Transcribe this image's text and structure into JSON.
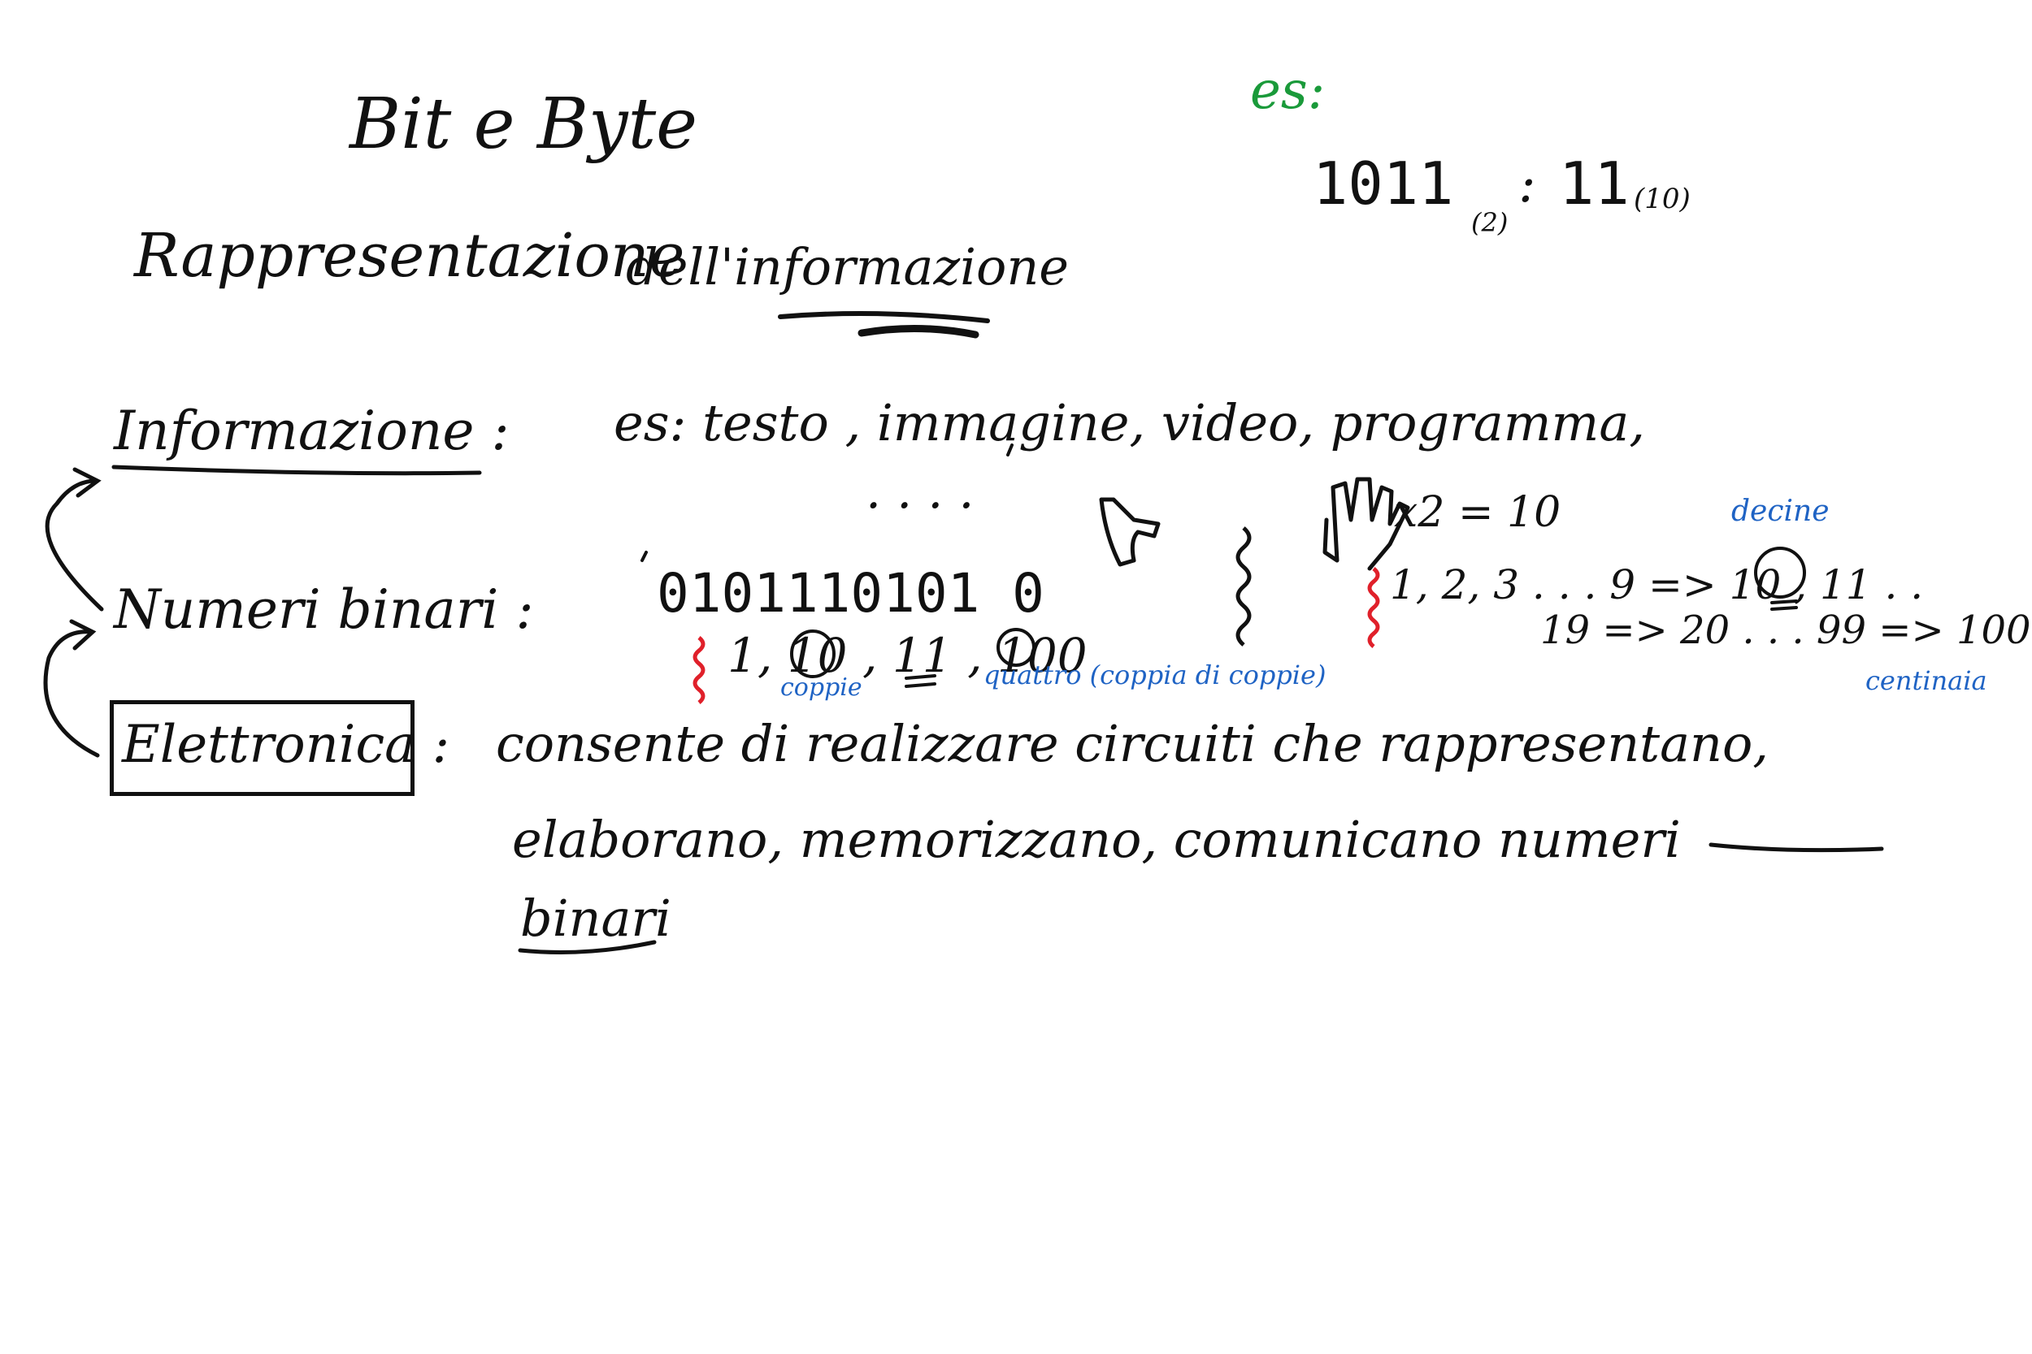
{
  "colors": {
    "ink": "#111111",
    "green": "#1a9a3a",
    "blue": "#1f63c4",
    "red": "#e0202a"
  },
  "title": "Bit e Byte",
  "subtitle_left": "Rappresentazione",
  "subtitle_right": "dell'informazione",
  "example": {
    "label": "es:",
    "binary": "1011",
    "binary_base": "(2)",
    "eq": ":",
    "decimal": "11",
    "decimal_base": "(10)"
  },
  "info": {
    "term": "Informazione :",
    "examples": "es:   testo ,   immagine,   video,   programma,",
    "ellipsis": ". . . ."
  },
  "binary": {
    "term": "Numeri binari :",
    "sequence": "0101110101 0",
    "counting": "1,  10 , 11 ,  100",
    "coppie": "coppie",
    "quattro": "quattro (coppia di coppie)"
  },
  "decimal_count": {
    "fingers": "x2 = 10",
    "decine": "decine",
    "line1": "1, 2, 3 . . . 9  =>  10 , 11 . .",
    "line2": "19  =>  20 . . .  99  =>  100",
    "centinaia": "centinaia"
  },
  "electronics": {
    "term": "Elettronica :",
    "line1": "consente di realizzare circuiti che rappresentano,",
    "line2": "elaborano, memorizzano, comunicano numeri",
    "line3": "binari"
  },
  "icons": {
    "hand_one": "hand-one-finger-icon",
    "hand_five": "hand-open-icon",
    "wavy": "wavy-brace-icon",
    "arrow": "curved-arrow-icon"
  }
}
